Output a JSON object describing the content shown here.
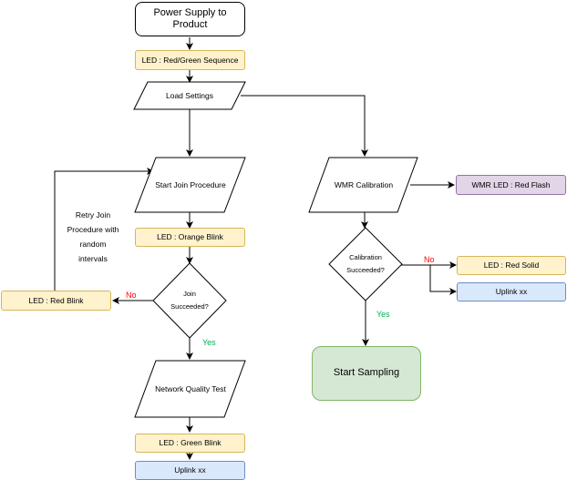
{
  "nodes": {
    "power_supply": "Power Supply to Product",
    "led_red_green": "LED : Red/Green Sequence",
    "load_settings": "Load Settings",
    "start_join": "Start Join Procedure",
    "led_orange": "LED : Orange Blink",
    "join_decision_line1": "Join",
    "join_decision_line2": "Succeeded?",
    "led_red_blink": "LED : Red Blink",
    "network_test": "Network Quality Test",
    "led_green_blink": "LED : Green Blink",
    "uplink_left": "Uplink xx",
    "wmr_calibration": "WMR Calibration",
    "wmr_led": "WMR LED : Red Flash",
    "calib_decision_line1": "Calibration",
    "calib_decision_line2": "Succeeded?",
    "led_red_solid": "LED : Red Solid",
    "uplink_right": "Uplink xx",
    "start_sampling": "Start Sampling"
  },
  "labels": {
    "retry_line1": "Retry Join",
    "retry_line2": "Procedure with",
    "retry_line3": "random",
    "retry_line4": "intervals",
    "join_no": "No",
    "join_yes": "Yes",
    "calib_no": "No",
    "calib_yes": "Yes"
  },
  "colors": {
    "led_fill": "#fff2cc",
    "uplink_fill": "#dae8fc",
    "wmr_led_fill": "#e1d5e7",
    "sampling_fill": "#d5e8d4",
    "no_color": "#ff0000",
    "yes_color": "#00b050"
  }
}
